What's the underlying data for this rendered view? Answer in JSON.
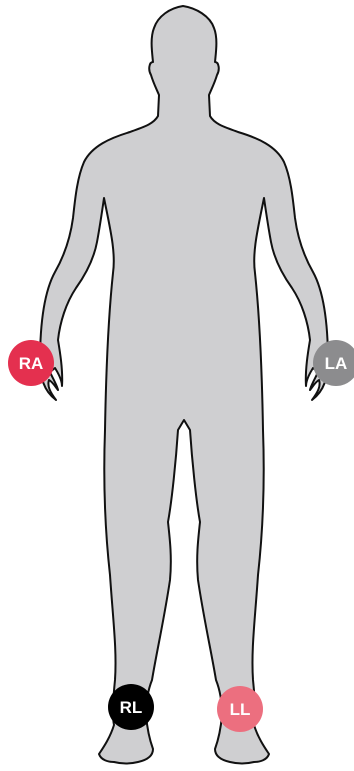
{
  "body_figure": {
    "fill_color": "#cfcfd1",
    "outline_color": "#111111"
  },
  "electrodes": {
    "ra": {
      "label": "RA",
      "color": "#e4304f"
    },
    "la": {
      "label": "LA",
      "color": "#8c8c8e"
    },
    "rl": {
      "label": "RL",
      "color": "#000000"
    },
    "ll": {
      "label": "LL",
      "color": "#ec6f7f"
    }
  }
}
